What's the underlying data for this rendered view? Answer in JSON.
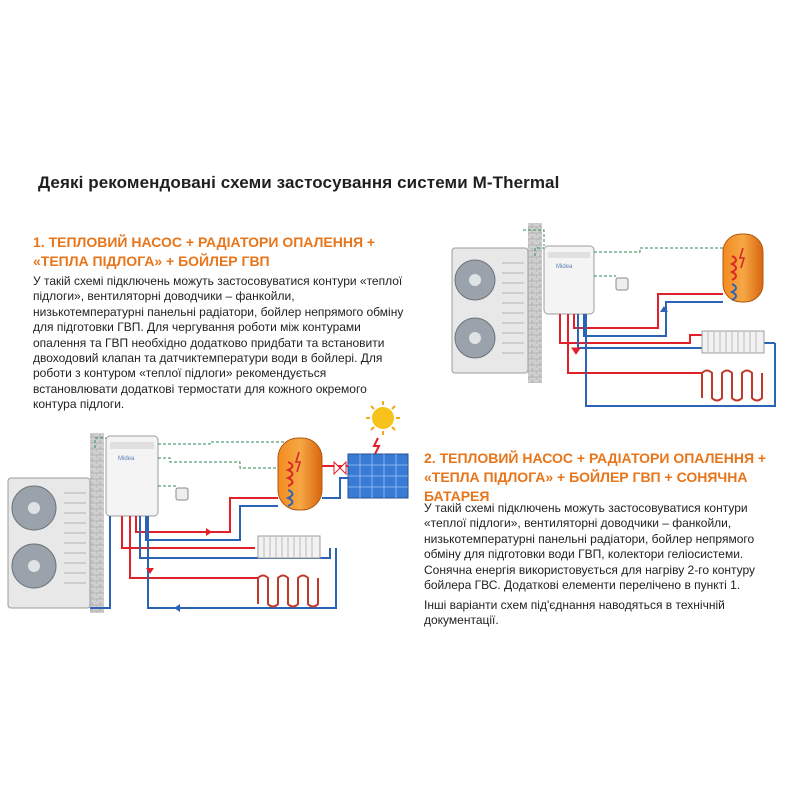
{
  "page": {
    "title": "Деякі рекомендовані схеми застосування системи M-Thermal"
  },
  "section1": {
    "heading_line1": "1. ТЕПЛОВИЙ НАСОС + РАДІАТОРИ ОПАЛЕННЯ +",
    "heading_line2": "«ТЕПЛА ПІДЛОГА» + БОЙЛЕР ГВП",
    "body": "У такій схемі підключень можуть застосовуватися контури «теплої підлоги», вентиляторні доводчики – фанкойли, низькотемпературні панельні радіатори, бойлер непрямого обміну для підготовки ГВП. Для чергування роботи між контурами опалення та ГВП необхідно додатково придбати та встановити двоходовий клапан та датчиктемператури води в бойлері. Для роботи з контуром «теплої підлоги» рекомендується встановлювати додаткові термостати для кожного окремого контура підлоги."
  },
  "section2": {
    "heading_line1": "2. ТЕПЛОВИЙ НАСОС + РАДІАТОРИ ОПАЛЕННЯ +",
    "heading_line2": "«ТЕПЛА ПІДЛОГА» + БОЙЛЕР ГВП + СОНЯЧНА БАТАРЕЯ",
    "body": "У такій схемі підключень можуть застосовуватися контури «теплої підлоги», вентиляторні доводчики – фанкойли, низькотемпературні панельні радіатори, бойлер непрямого обміну для підготовки води ГВП, колектори геліосистеми. Сонячна енергія використовується для нагріву 2-го контуру бойлера ГВС. Додаткові елементи перелічено в пункті 1.",
    "note": "Інші варіанти схем під'єднання наводяться в технічній документації."
  },
  "diagrams": {
    "brand_label": "Midea",
    "colors": {
      "hot_pipe": "#e2202a",
      "cold_pipe": "#2b63b5",
      "control_line": "#2e8b57",
      "tank": "#ea7d1e",
      "solar_panel": "#3a7bd5",
      "sun": "#f7c21b",
      "heading": "#e8751a"
    },
    "icons": [
      "outdoor-unit-icon",
      "hydro-module-icon",
      "boiler-tank-icon",
      "thermostat-icon",
      "radiator-icon",
      "floor-heating-coil-icon",
      "wall-icon",
      "solar-panel-icon",
      "sun-icon",
      "valve-icon"
    ]
  }
}
